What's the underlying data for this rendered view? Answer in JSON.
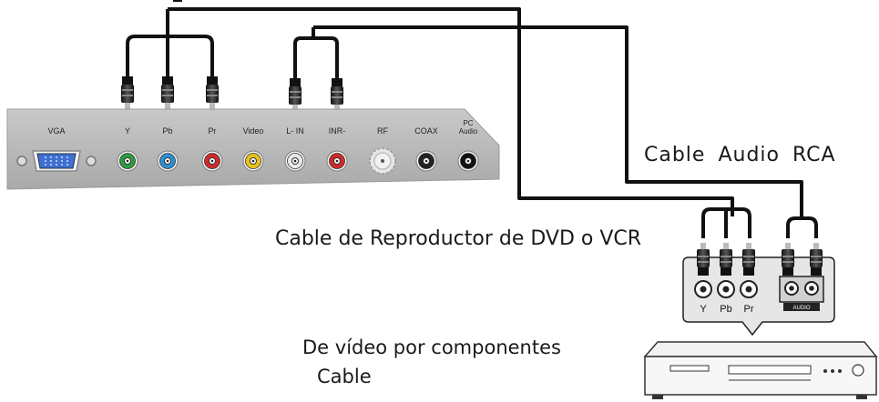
{
  "panel": {
    "ports": [
      {
        "label": "VGA",
        "color": "#3f6fd1",
        "icon": "vga-port-icon"
      },
      {
        "label": "Y",
        "color": "#2f9a3e",
        "icon": "rca-jack-icon"
      },
      {
        "label": "Pb",
        "color": "#2e8fd0",
        "icon": "rca-jack-icon"
      },
      {
        "label": "Pr",
        "color": "#cf2a2a",
        "icon": "rca-jack-icon"
      },
      {
        "label": "Video",
        "color": "#e8c21a",
        "icon": "rca-jack-icon"
      },
      {
        "label": "L- IN",
        "color": "#e8e8e8",
        "icon": "rca-jack-icon"
      },
      {
        "label": "INR-",
        "color": "#cf2a2a",
        "icon": "rca-jack-icon"
      },
      {
        "label": "RF",
        "color": "#e0e0e0",
        "icon": "rf-connector-icon"
      },
      {
        "label": "COAX",
        "color": "#222222",
        "icon": "coax-jack-icon"
      },
      {
        "label": "PC Audio",
        "label_line1": "PC",
        "label_line2": "Audio",
        "color": "#111111",
        "icon": "audio-jack-icon"
      }
    ]
  },
  "captions": {
    "audio_cable": "Cable  Audio  RCA",
    "dvd_cable": "Cable de Reproductor de DVD o VCR",
    "component_line1": "De vídeo por componentes",
    "component_line2": "Cable"
  },
  "device": {
    "port_labels": [
      "Y",
      "Pb",
      "Pr"
    ],
    "audio_badge": "AUDIO"
  }
}
